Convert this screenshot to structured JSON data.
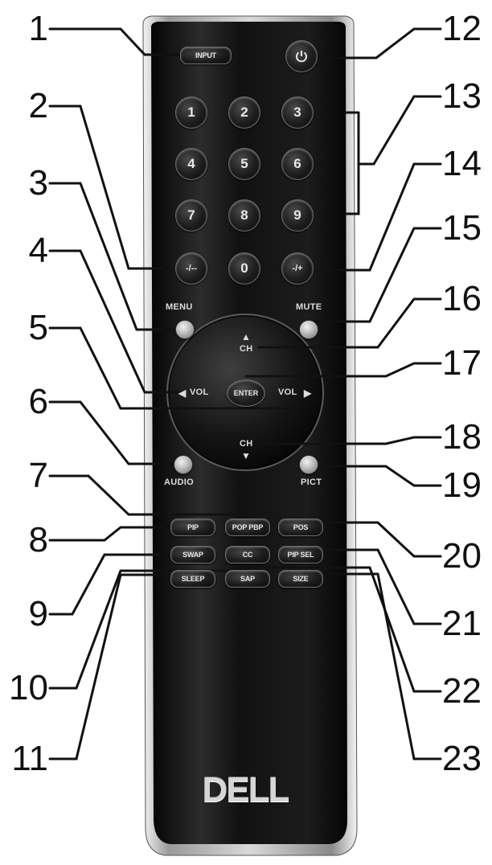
{
  "brand": {
    "logo_text": "DELL"
  },
  "callouts": {
    "left": [
      "1",
      "2",
      "3",
      "4",
      "5",
      "6",
      "7",
      "8",
      "9",
      "10",
      "11"
    ],
    "right": [
      "12",
      "13",
      "14",
      "15",
      "16",
      "17",
      "18",
      "19",
      "20",
      "21",
      "22",
      "23"
    ]
  },
  "buttons": {
    "input": "INPUT",
    "power_icon": "power-icon",
    "digits": [
      "1",
      "2",
      "3",
      "4",
      "5",
      "6",
      "7",
      "8",
      "9"
    ],
    "minus": "-/--",
    "zero": "0",
    "recall": "-/+",
    "menu_label": "MENU",
    "mute_label": "MUTE",
    "ch_label": "CH",
    "vol_label": "VOL",
    "enter_label": "ENTER",
    "audio_label": "AUDIO",
    "pict_label": "PICT",
    "pip": "PIP",
    "pop_pbp": "POP PBP",
    "pos": "POS",
    "swap": "SWAP",
    "cc": "CC",
    "pip_sel": "PIP SEL",
    "sleep": "SLEEP",
    "sap": "SAP",
    "size": "SIZE"
  },
  "colors": {
    "body": "#141414",
    "rim": "#c8c8c8",
    "leader": "#111111"
  }
}
